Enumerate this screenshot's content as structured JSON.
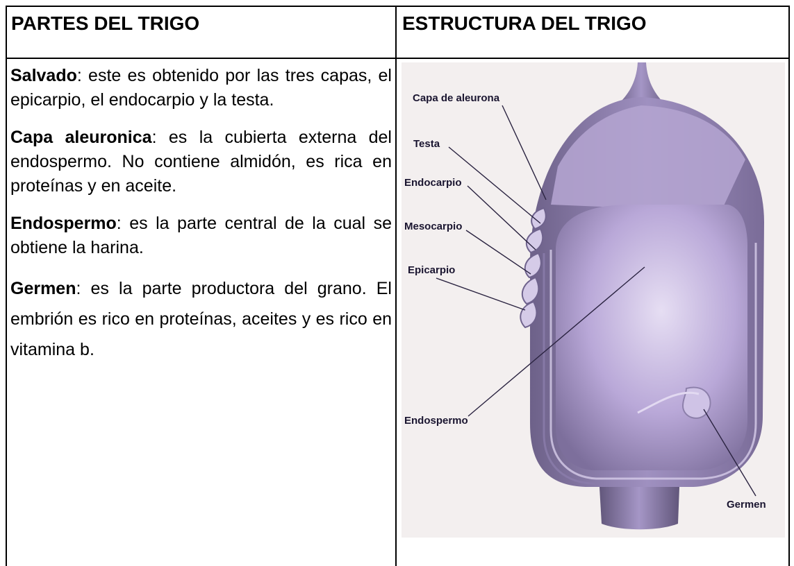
{
  "headers": {
    "left": "PARTES DEL TRIGO",
    "right": "ESTRUCTURA DEL TRIGO"
  },
  "parts": [
    {
      "term": "Salvado",
      "text": ": este es obtenido por las tres capas, el epicarpio, el endocarpio y la testa."
    },
    {
      "term": "Capa aleuronica",
      "text": ": es la cubierta externa del endospermo. No contiene almidón, es rica en proteínas y en aceite."
    },
    {
      "term": "Endospermo",
      "text": ": es la parte central de la cual se obtiene la harina."
    },
    {
      "term": "Germen",
      "text": ": es la parte productora del grano. El embrión es rico en proteínas, aceites y es rico en vitamina b."
    }
  ],
  "diagram_labels": {
    "capa_aleurona": "Capa de aleurona",
    "testa": "Testa",
    "endocarpio": "Endocarpio",
    "mesocarpio": "Mesocarpio",
    "epicarpio": "Epicarpio",
    "endospermo": "Endospermo",
    "germen": "Germen"
  },
  "colors": {
    "grain_body": "#b9a8d8",
    "grain_shadow": "#7d6f9c",
    "grain_light": "#e4dcf2"
  }
}
